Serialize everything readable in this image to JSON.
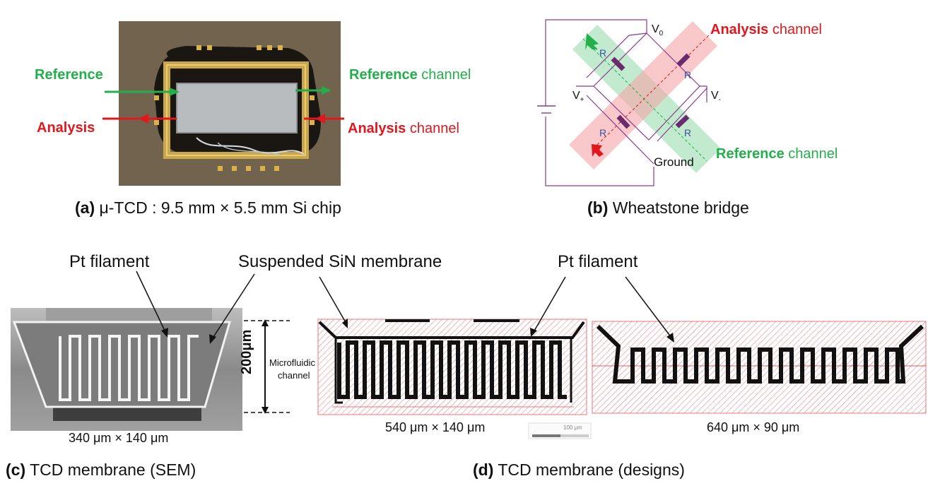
{
  "panel_a": {
    "ref_left": "Reference",
    "ref_right_bold": "Reference",
    "ref_right_rest": " channel",
    "ana_left": "Analysis",
    "ana_right_bold": "Analysis",
    "ana_right_rest": " channel",
    "caption_tag": "(a)",
    "caption_text": " μ-TCD : 9.5 mm × 5.5 mm Si chip"
  },
  "panel_b": {
    "analysis_bold": "Analysis",
    "analysis_rest": " channel",
    "reference_bold": "Reference",
    "reference_rest": " channel",
    "v0": "V",
    "v0_sub": "0",
    "vplus": "V",
    "vplus_sub": "+",
    "vminus": "V",
    "vminus_sub": "-",
    "ground": "Ground",
    "r": "R",
    "caption_tag": "(b)",
    "caption_text": " Wheatstone bridge"
  },
  "panel_c": {
    "pt_filament": "Pt filament",
    "dimension": "200μm",
    "microfluidic_1": "Microfluidic",
    "microfluidic_2": "channel",
    "size": "340 μm × 140 μm",
    "caption_tag": "(c)",
    "caption_text": " TCD membrane (SEM)"
  },
  "panel_d": {
    "membrane": "Suspended SiN membrane",
    "pt_filament": "Pt filament",
    "size_1": "540 μm × 140 μm",
    "scale": "100 μm",
    "size_2": "640 μm × 90 μm",
    "caption_tag": "(d)",
    "caption_text": " TCD membrane (designs)"
  },
  "colors": {
    "green": "#22b04b",
    "red": "#e2171d",
    "purple": "#8a3a8e",
    "hatch_red": "#e8747a"
  }
}
